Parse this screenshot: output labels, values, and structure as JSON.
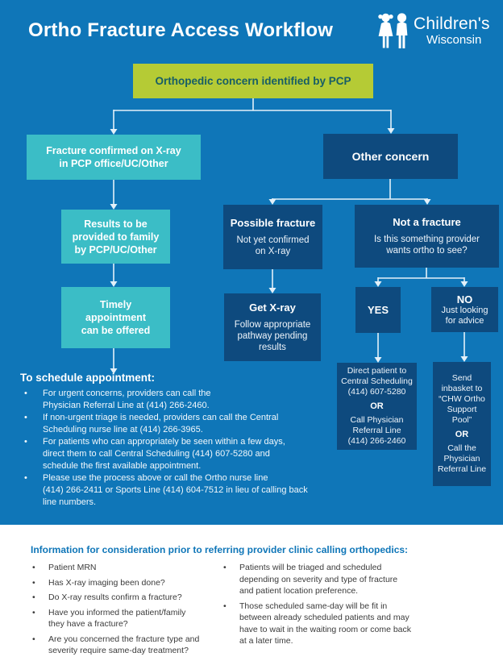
{
  "page": {
    "title": "Ortho Fracture Access Workflow",
    "logo": {
      "line1": "Children's",
      "line2": "Wisconsin"
    }
  },
  "colors": {
    "background": "#0f76b8",
    "green_box": "#b5cb35",
    "green_box_text": "#175d66",
    "teal_box": "#3bbdc6",
    "navy_box": "#0e4a7e",
    "white": "#ffffff",
    "footer_heading": "#0f76b8",
    "footer_text": "#3b3b3b"
  },
  "flow": {
    "root": "Orthopedic concern identified by PCP",
    "fracture_confirmed_lines": [
      "Fracture confirmed on X-ray",
      "in PCP office/UC/Other"
    ],
    "results_lines": [
      "Results to be",
      "provided to family",
      "by PCP/UC/Other"
    ],
    "timely_lines": [
      "Timely",
      "appointment",
      "can be offered"
    ],
    "other_concern": "Other concern",
    "possible_fracture": {
      "title": "Possible fracture",
      "body_lines": [
        "Not yet confirmed",
        "on X-ray"
      ]
    },
    "not_a_fracture": {
      "title": "Not a fracture",
      "body_lines": [
        "Is this something provider",
        "wants ortho to see?"
      ]
    },
    "get_xray": {
      "title": "Get X-ray",
      "body_lines": [
        "Follow appropriate",
        "pathway pending",
        "results"
      ]
    },
    "yes_label": "YES",
    "no_node": {
      "title": "NO",
      "body_lines": [
        "Just looking",
        "for advice"
      ]
    },
    "yes_action": {
      "lines1": [
        "Direct patient to",
        "Central Scheduling",
        "(414) 607-5280"
      ],
      "or": "OR",
      "lines2": [
        "Call Physician",
        "Referral Line",
        "(414) 266-2460"
      ]
    },
    "no_action": {
      "lines1": [
        "Send",
        "inbasket to",
        "“CHW Ortho",
        "Support",
        "Pool”"
      ],
      "or": "OR",
      "lines2": [
        "Call the",
        "Physician",
        "Referral Line"
      ]
    }
  },
  "schedule": {
    "heading": "To schedule appointment:",
    "bullets": [
      {
        "lines": [
          "For urgent concerns, providers can call the",
          "Physician Referral Line at (414) 266-2460."
        ]
      },
      {
        "lines": [
          "If non-urgent triage is needed, providers can call the Central",
          "Scheduling nurse line at (414) 266-3965."
        ]
      },
      {
        "lines": [
          "For patients who can appropriately be seen within a few days,",
          "direct them to call Central Scheduling (414) 607-5280 and",
          "schedule the first available appointment."
        ]
      },
      {
        "lines": [
          "Please use the process above or call the Ortho nurse line",
          "(414) 266-2411 or Sports Line (414) 604-7512 in lieu of calling back",
          "line numbers."
        ]
      }
    ]
  },
  "footer": {
    "heading": "Information for consideration prior to referring provider clinic calling orthopedics:",
    "left_bullets": [
      {
        "lines": [
          "Patient MRN"
        ]
      },
      {
        "lines": [
          "Has X-ray imaging been done?"
        ]
      },
      {
        "lines": [
          "Do X-ray results confirm a fracture?"
        ]
      },
      {
        "lines": [
          "Have you informed the patient/family",
          "they have a fracture?"
        ]
      },
      {
        "lines": [
          "Are you concerned the fracture type and",
          "severity require same-day treatment?"
        ]
      }
    ],
    "right_bullets": [
      {
        "lines": [
          "Patients will be triaged and scheduled",
          "depending on severity and type of fracture",
          "and patient location preference."
        ]
      },
      {
        "lines": [
          "Those scheduled same-day will be fit in",
          "between already scheduled patients and may",
          "have to wait in the waiting room or come back",
          "at a later time."
        ]
      }
    ]
  }
}
